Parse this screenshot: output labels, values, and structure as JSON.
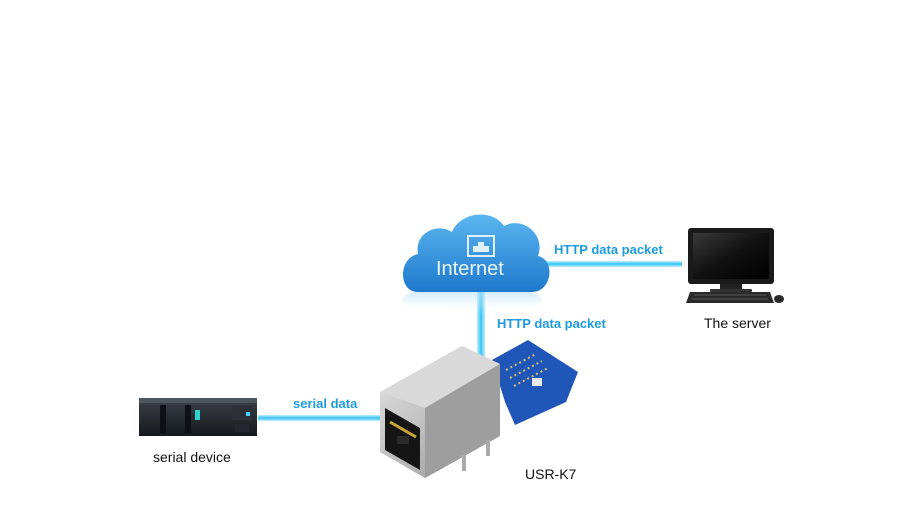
{
  "diagram": {
    "cloud_label": "Internet",
    "edge_cloud_server": "HTTP data packet",
    "edge_cloud_module": "HTTP data packet",
    "edge_device_module": "serial data",
    "node_server": "The server",
    "node_module": "USR-K7",
    "node_device": "serial device"
  },
  "colors": {
    "link": "#5fd0f5",
    "cloud": "#2d8fd8",
    "label_blue": "#1e9be0",
    "pcb": "#1f56b8"
  },
  "icons": [
    "cloud-icon",
    "network-port-icon",
    "monitor-icon",
    "keyboard-icon",
    "mouse-icon",
    "plc-icon",
    "ethernet-module-icon"
  ]
}
